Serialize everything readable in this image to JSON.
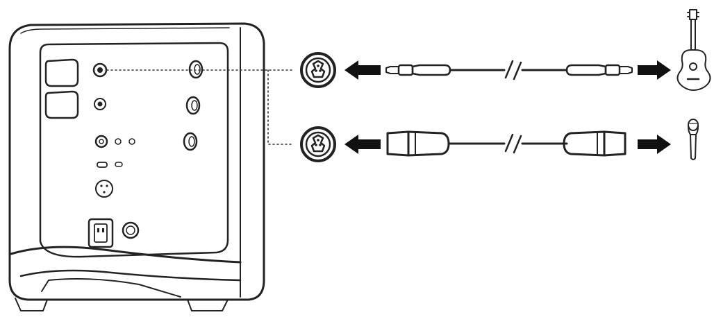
{
  "diagram": {
    "colors": {
      "ink": "#111111",
      "line": "#222222",
      "panel_fill": "#ffffff",
      "dotted": "#333333"
    },
    "speaker": {
      "panel_controls": [
        "input-knob-1",
        "input-knob-2",
        "volume-knob-1",
        "volume-knob-2",
        "volume-knob-3",
        "aux-input",
        "usb-port",
        "power-inlet",
        "power-switch"
      ]
    },
    "connections": [
      {
        "id": "instrument",
        "input": "combo-jack-1",
        "cable": "quarter-inch-instrument-cable",
        "source_icon": "guitar-icon"
      },
      {
        "id": "microphone",
        "input": "combo-jack-2",
        "cable": "xlr-microphone-cable",
        "source_icon": "microphone-icon"
      }
    ]
  }
}
